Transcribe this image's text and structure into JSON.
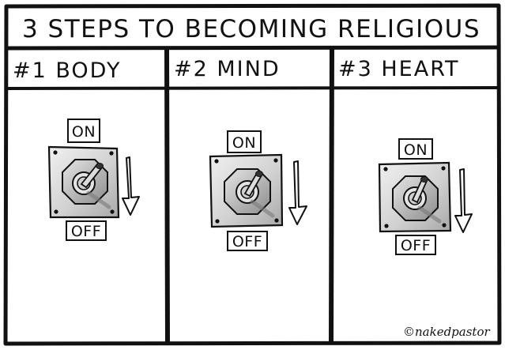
{
  "title": "3 STEPS TO BECOMING RELIGIOUS",
  "panels": [
    {
      "heading": "#1 BODY",
      "on_label": "ON",
      "off_label": "OFF"
    },
    {
      "heading": "#2 MIND",
      "on_label": "ON",
      "off_label": "OFF"
    },
    {
      "heading": "#3 HEART",
      "on_label": "ON",
      "off_label": "OFF"
    }
  ],
  "signature": "©nakedpastor",
  "colors": {
    "ink": "#111111",
    "paper": "#ffffff",
    "switch_plate": "#d9d9d9",
    "switch_shade": "#9a9a9a"
  },
  "icons": [
    "toggle-switch-icon",
    "down-arrow-icon"
  ]
}
